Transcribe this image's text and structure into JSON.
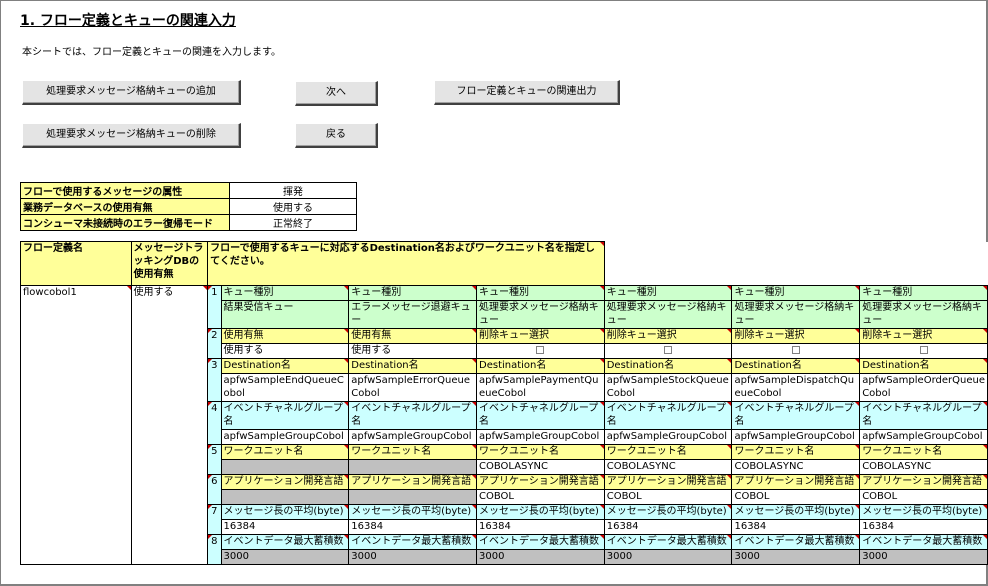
{
  "title": "1.  フロー定義とキューの関連入力",
  "description": "本シートでは、フロー定義とキューの関連を入力します。",
  "buttons": {
    "add_queue": "処理要求メッセージ格納キューの追加",
    "delete_queue": "処理要求メッセージ格納キューの削除",
    "next": "次へ",
    "back": "戻る",
    "output": "フロー定義とキューの関連出力"
  },
  "attributes": [
    {
      "label": "フローで使用するメッセージの属性",
      "value": "揮発"
    },
    {
      "label": "業務データベースの使用有無",
      "value": "使用する"
    },
    {
      "label": "コンシューマ未接続時のエラー復帰モード",
      "value": "正常終了"
    }
  ],
  "grid": {
    "header_flow": "フロー定義名",
    "header_tracking": "メッセージトラッキングDBの使用有無",
    "header_desc": "フローで使用するキューに対応するDestination名およびワークユニット名を指定してください。",
    "flow_name": "flowcobol1",
    "tracking_value": "使用する",
    "row_numbers": [
      "1",
      "2",
      "3",
      "4",
      "5",
      "6",
      "7",
      "8"
    ],
    "columns": [
      {
        "kind_label": "キュー種別",
        "kind": "結果受信キュー",
        "use_label": "使用有無",
        "use": "使用する",
        "dest_label": "Destination名",
        "dest": "apfwSampleEndQueueCobol",
        "group_label": "イベントチャネルグループ名",
        "group": "apfwSampleGroupCobol",
        "wu_label": "ワークユニット名",
        "wu": "",
        "lang_label": "アプリケーション開発言語",
        "lang": "",
        "avg_label": "メッセージ長の平均(byte)",
        "avg": "16384",
        "max_label": "イベントデータ最大蓄積数",
        "max": "3000"
      },
      {
        "kind_label": "キュー種別",
        "kind": "エラーメッセージ退避キュー",
        "use_label": "使用有無",
        "use": "使用する",
        "dest_label": "Destination名",
        "dest": "apfwSampleErrorQueueCobol",
        "group_label": "イベントチャネルグループ名",
        "group": "apfwSampleGroupCobol",
        "wu_label": "ワークユニット名",
        "wu": "",
        "lang_label": "アプリケーション開発言語",
        "lang": "",
        "avg_label": "メッセージ長の平均(byte)",
        "avg": "16384",
        "max_label": "イベントデータ最大蓄積数",
        "max": "3000"
      },
      {
        "kind_label": "キュー種別",
        "kind": "処理要求メッセージ格納キュー",
        "use_label": "削除キュー選択",
        "use": "",
        "dest_label": "Destination名",
        "dest": "apfwSamplePaymentQueueCobol",
        "group_label": "イベントチャネルグループ名",
        "group": "apfwSampleGroupCobol",
        "wu_label": "ワークユニット名",
        "wu": "COBOLASYNC",
        "lang_label": "アプリケーション開発言語",
        "lang": "COBOL",
        "avg_label": "メッセージ長の平均(byte)",
        "avg": "16384",
        "max_label": "イベントデータ最大蓄積数",
        "max": "3000"
      },
      {
        "kind_label": "キュー種別",
        "kind": "処理要求メッセージ格納キュー",
        "use_label": "削除キュー選択",
        "use": "",
        "dest_label": "Destination名",
        "dest": "apfwSampleStockQueueCobol",
        "group_label": "イベントチャネルグループ名",
        "group": "apfwSampleGroupCobol",
        "wu_label": "ワークユニット名",
        "wu": "COBOLASYNC",
        "lang_label": "アプリケーション開発言語",
        "lang": "COBOL",
        "avg_label": "メッセージ長の平均(byte)",
        "avg": "16384",
        "max_label": "イベントデータ最大蓄積数",
        "max": "3000"
      },
      {
        "kind_label": "キュー種別",
        "kind": "処理要求メッセージ格納キュー",
        "use_label": "削除キュー選択",
        "use": "",
        "dest_label": "Destination名",
        "dest": "apfwSampleDispatchQueueCobol",
        "group_label": "イベントチャネルグループ名",
        "group": "apfwSampleGroupCobol",
        "wu_label": "ワークユニット名",
        "wu": "COBOLASYNC",
        "lang_label": "アプリケーション開発言語",
        "lang": "COBOL",
        "avg_label": "メッセージ長の平均(byte)",
        "avg": "16384",
        "max_label": "イベントデータ最大蓄積数",
        "max": "3000"
      },
      {
        "kind_label": "キュー種別",
        "kind": "処理要求メッセージ格納キュー",
        "use_label": "削除キュー選択",
        "use": "",
        "dest_label": "Destination名",
        "dest": "apfwSampleOrderQueueCobol",
        "group_label": "イベントチャネルグループ名",
        "group": "apfwSampleGroupCobol",
        "wu_label": "ワークユニット名",
        "wu": "COBOLASYNC",
        "lang_label": "アプリケーション開発言語",
        "lang": "COBOL",
        "avg_label": "メッセージ長の平均(byte)",
        "avg": "16384",
        "max_label": "イベントデータ最大蓄積数",
        "max": "3000"
      }
    ]
  }
}
